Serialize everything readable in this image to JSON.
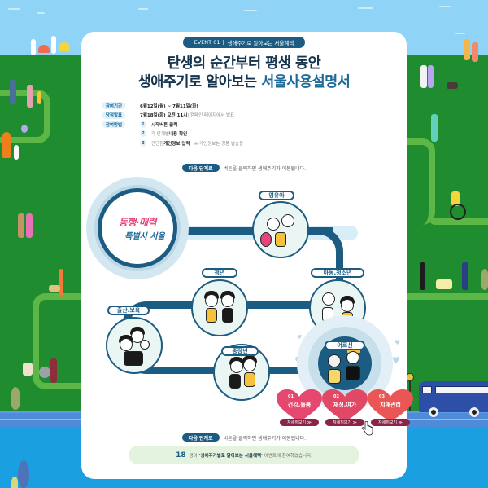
{
  "event_badge": {
    "code": "EVENT 01",
    "subtitle": "생애주기로 알아보는 서울혜택"
  },
  "title": {
    "line1": "탄생의 순간부터 평생 동안",
    "line2_prefix": "생애주기로 알아보는 ",
    "line2_highlight": "서울사용설명서"
  },
  "info": {
    "period_label": "참여기간",
    "period_value": "6월12일(월) ~ 7월11일(화)",
    "announce_label": "당첨발표",
    "announce_value_bold": "7월18일(화) 오전 11시",
    "announce_value_rest": " | 캠페인 페이지에서 발표",
    "method_label": "참여방법",
    "steps": [
      {
        "num": "1",
        "text_pre": "",
        "text_bold": "시작버튼 클릭",
        "text_post": ""
      },
      {
        "num": "2",
        "text_pre": "각 단계별 ",
        "text_bold": "내용 확인",
        "text_post": ""
      },
      {
        "num": "3",
        "text_pre": "간단한 ",
        "text_bold": "개인정보 입력",
        "text_post": "   ※ 개인정보는 경품 발송용"
      }
    ]
  },
  "hint": {
    "button_label": "다음 단계로",
    "text": "버튼을 클릭하면 생애주기가 이동됩니다."
  },
  "journey": {
    "slogan_line1": "동행·매력",
    "slogan_line2": "특별시 서울",
    "stages": [
      {
        "id": "infant",
        "label": "영유아"
      },
      {
        "id": "youth",
        "label": "청년"
      },
      {
        "id": "child-teen",
        "label": "아동.청소년"
      },
      {
        "id": "birth-care",
        "label": "출산.보육"
      },
      {
        "id": "middle-age",
        "label": "중장년"
      },
      {
        "id": "senior",
        "label": "어르신"
      }
    ],
    "senior_cards": [
      {
        "num": "01",
        "label": "건강.돌봄",
        "button": "자세히보기 ≫",
        "color": "#e5476f"
      },
      {
        "num": "02",
        "label": "재정.여가",
        "button": "자세히보기 ≫",
        "color": "#e04866"
      },
      {
        "num": "03",
        "label": "치매관리",
        "button": "자세히보기 ≫",
        "color": "#ea5656"
      }
    ]
  },
  "participation": {
    "count": "18",
    "text_pre": "명이 ",
    "event_name": "'생애주기별로 알아보는 서울혜택'",
    "text_post": " 이벤트에 참여하였습니다."
  },
  "colors": {
    "primary": "#1d5c82",
    "title": "#16344e",
    "accent_pink": "#e8437a",
    "sky": "#8fd3f6",
    "grass": "#1f8c2f",
    "water": "#1aa0e0"
  }
}
